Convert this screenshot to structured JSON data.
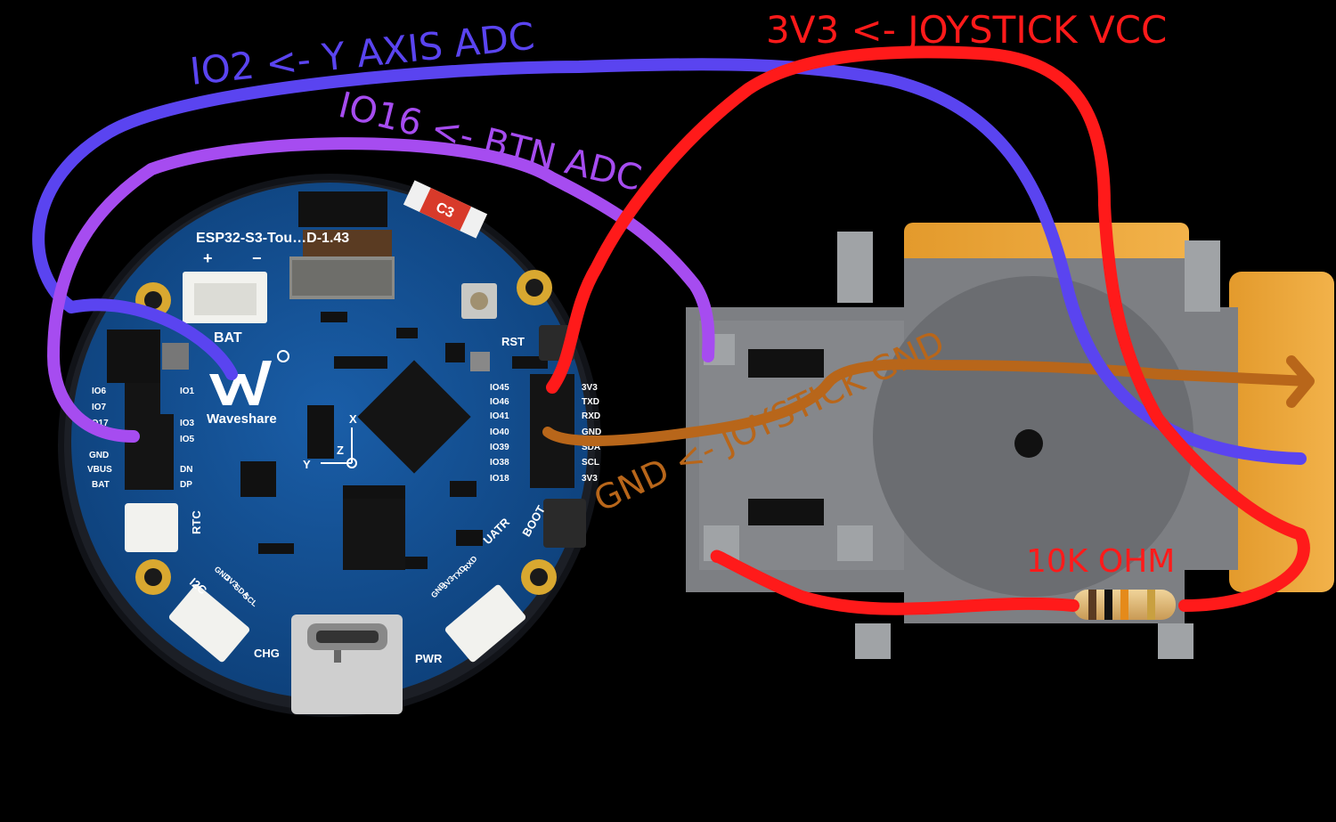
{
  "wire_labels": {
    "vcc": "3V3 <- JOYSTICK VCC",
    "y_axis": "IO2 <- Y AXIS ADC",
    "btn": "IO16 <- BTN ADC",
    "gnd": "GND <- JOYSTICK GND",
    "resistor": "10K OHM"
  },
  "wire_colors": {
    "vcc": "#ff1a1a",
    "y_axis": "#5a44f0",
    "btn": "#a64cf0",
    "gnd": "#b8661a"
  },
  "board": {
    "title": "ESP32-S3-Tou…D-1.43",
    "brand": "Waveshare",
    "bat_label": "BAT",
    "plus": "+",
    "minus": "−",
    "cap_label": "C3",
    "rtc_label": "RTC",
    "i2c_label": "I2C",
    "uatr_label": "UATR",
    "chg_label": "CHG",
    "pwr_label": "PWR",
    "rst_label": "RST",
    "boot_label": "BOOT",
    "axis_x": "X",
    "axis_y": "Y",
    "axis_z": "Z",
    "left_header_pins": [
      "IO6",
      "IO7",
      "IO17",
      "GND",
      "VBUS",
      "BAT"
    ],
    "left_header_pins_right": [
      "IO1",
      "IO3",
      "IO5",
      "DN",
      "DP"
    ],
    "right_header_pins_left": [
      "IO45",
      "IO46",
      "IO41",
      "IO40",
      "IO39",
      "IO38",
      "IO18"
    ],
    "right_header_pins_right": [
      "3V3",
      "TXD",
      "RXD",
      "GND",
      "SDA",
      "SCL",
      "3V3"
    ],
    "i2c_pins": [
      "GND",
      "3V3",
      "SDA",
      "SCL"
    ],
    "uatr_pins": [
      "GND",
      "3V3",
      "TXD",
      "RXD"
    ]
  },
  "icons": [
    "waveshare-logo-icon",
    "usb-c-connector-icon",
    "joystick-module-icon",
    "resistor-icon"
  ]
}
